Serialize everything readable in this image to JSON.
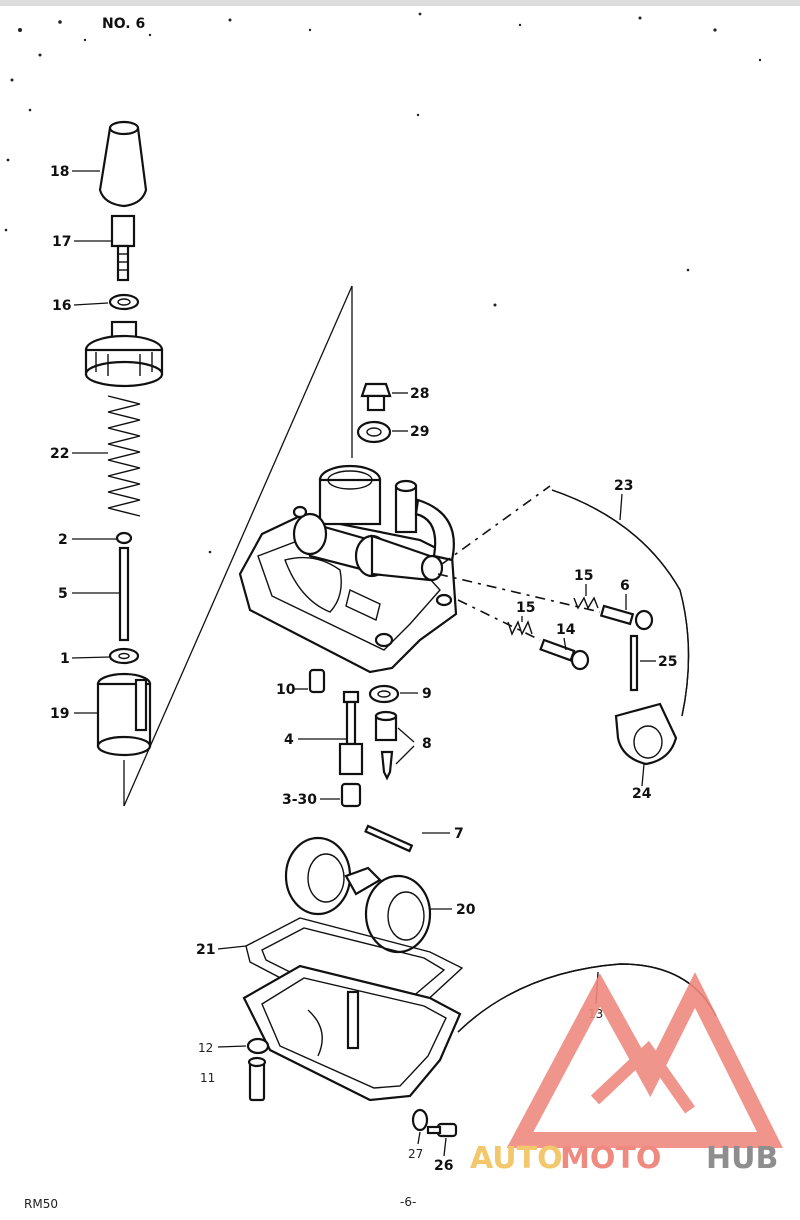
{
  "header": {
    "fig_label": "NO. 6"
  },
  "footer": {
    "model": "RM50",
    "page": "-6-"
  },
  "watermark": {
    "part_a": "AUTO",
    "part_b": "MOTO",
    "part_c": "HUB"
  },
  "callouts": [
    {
      "id": "18",
      "label": "18"
    },
    {
      "id": "17",
      "label": "17"
    },
    {
      "id": "16",
      "label": "16"
    },
    {
      "id": "22",
      "label": "22"
    },
    {
      "id": "2",
      "label": "2"
    },
    {
      "id": "5",
      "label": "5"
    },
    {
      "id": "1",
      "label": "1"
    },
    {
      "id": "19",
      "label": "19"
    },
    {
      "id": "28",
      "label": "28"
    },
    {
      "id": "29",
      "label": "29"
    },
    {
      "id": "23",
      "label": "23"
    },
    {
      "id": "15a",
      "label": "15"
    },
    {
      "id": "6",
      "label": "6"
    },
    {
      "id": "15b",
      "label": "15"
    },
    {
      "id": "14",
      "label": "14"
    },
    {
      "id": "25",
      "label": "25"
    },
    {
      "id": "10",
      "label": "10"
    },
    {
      "id": "9",
      "label": "9"
    },
    {
      "id": "4",
      "label": "4"
    },
    {
      "id": "8",
      "label": "8"
    },
    {
      "id": "3-30",
      "label": "3-30"
    },
    {
      "id": "24",
      "label": "24"
    },
    {
      "id": "7",
      "label": "7"
    },
    {
      "id": "20",
      "label": "20"
    },
    {
      "id": "21",
      "label": "21"
    },
    {
      "id": "13",
      "label": "13"
    },
    {
      "id": "12",
      "label": "12"
    },
    {
      "id": "11",
      "label": "11"
    },
    {
      "id": "27",
      "label": "27"
    },
    {
      "id": "26",
      "label": "26"
    }
  ]
}
